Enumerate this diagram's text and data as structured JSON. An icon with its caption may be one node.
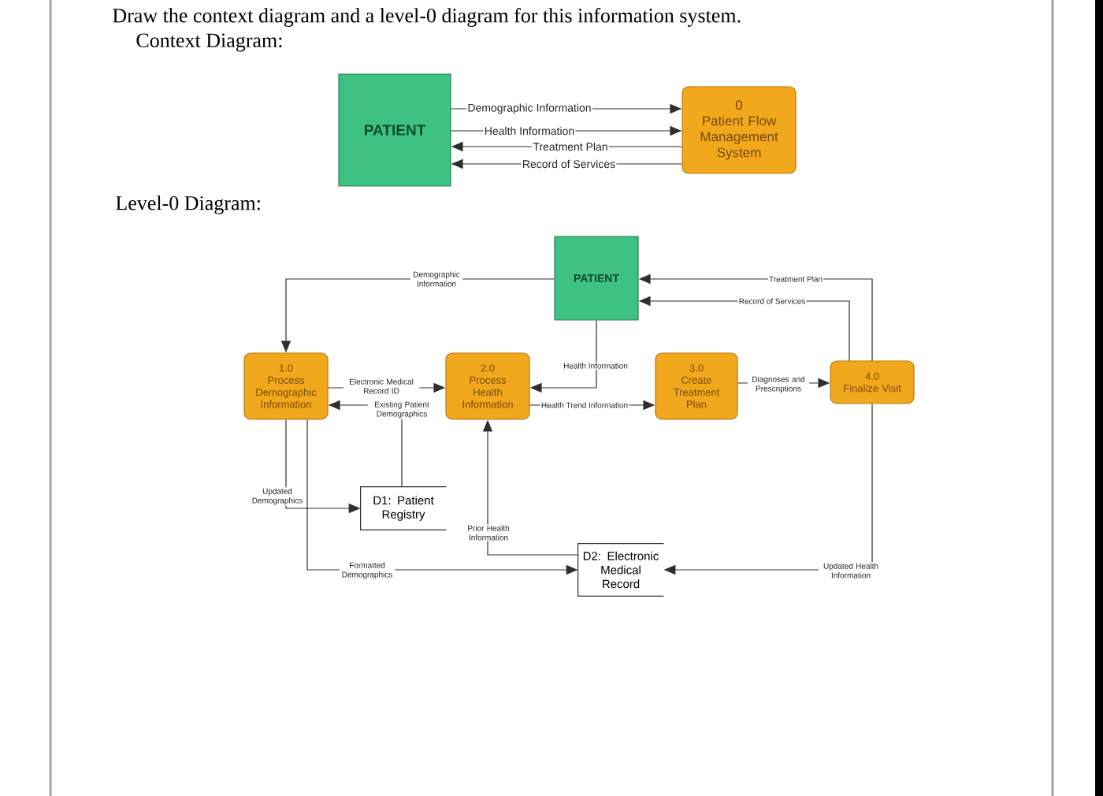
{
  "diagram": {
    "title": "Draw the context diagram and a level-0 diagram for this information system.",
    "nodes": [
      {
        "text": [
          "PATIENT"
        ]
      },
      {
        "text": [
          "0",
          "Patient Flow Management System"
        ]
      },
      {
        "text": [
          "PATIENT"
        ]
      },
      {
        "text": [
          "1.0",
          "Process Demographic Information"
        ]
      },
      {
        "text": [
          "2.0",
          "Process Health Information"
        ]
      },
      {
        "text": [
          "3.0",
          "Create Treatment Plan"
        ]
      },
      {
        "text": [
          "4.0",
          "Finalize Visit"
        ]
      },
      {
        "text": [
          "D1: Patient Registry"
        ]
      },
      {
        "text": [
          "D2: Electronic Medical Record"
        ]
      }
    ],
    "edges": [
      {
        "from": 0,
        "to": 1,
        "arrow": "to",
        "label": "Demographic Information"
      },
      {
        "from": 0,
        "to": 1,
        "arrow": "to",
        "label": "Health Information"
      },
      {
        "from": 1,
        "to": 0,
        "arrow": "to",
        "label": "Treatment Plan"
      },
      {
        "from": 1,
        "to": 0,
        "arrow": "to",
        "label": "Record of Services"
      },
      {
        "from": 2,
        "to": 3,
        "arrow": "to",
        "label": "Demographic Information"
      },
      {
        "from": 2,
        "to": 4,
        "arrow": "to",
        "label": "Health Information"
      },
      {
        "from": 3,
        "to": 4,
        "arrow": "to",
        "label": "Electronic Medical Record ID"
      },
      {
        "from": 7,
        "to": 3,
        "arrow": "to",
        "label": "Existing Patient Demographics"
      },
      {
        "from": 4,
        "to": 5,
        "arrow": "to",
        "label": "Health Trend Information"
      },
      {
        "from": 5,
        "to": 6,
        "arrow": "to",
        "label": "Diagnoses and Prescriptions"
      },
      {
        "from": 6,
        "to": 2,
        "arrow": "to",
        "label": "Treatment Plan"
      },
      {
        "from": 6,
        "to": 2,
        "arrow": "to",
        "label": "Record of Services"
      },
      {
        "from": 3,
        "to": 7,
        "arrow": "to",
        "label": "Updated Demographics"
      },
      {
        "from": 3,
        "to": 8,
        "arrow": "to",
        "label": "Formatted Demographics"
      },
      {
        "from": 8,
        "to": 4,
        "arrow": "to",
        "label": "Prior Health Information"
      },
      {
        "from": 6,
        "to": 8,
        "arrow": "to",
        "label": "Updated Health Information"
      }
    ],
    "labels": [
      "Context Diagram:",
      "Level-0 Diagram:"
    ]
  }
}
